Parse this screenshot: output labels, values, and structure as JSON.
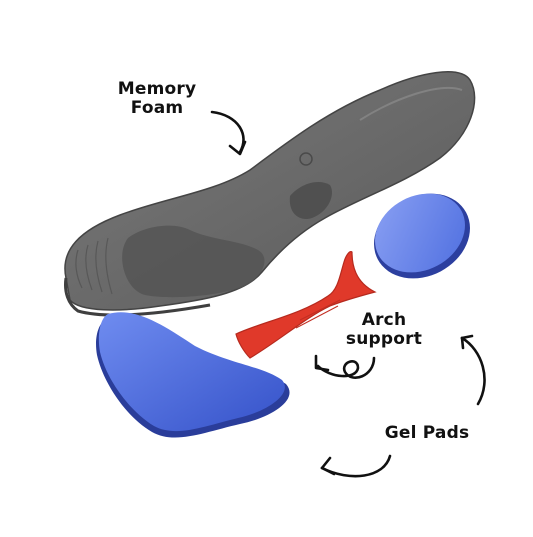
{
  "labels": {
    "memory_foam": {
      "line1": "Memory",
      "line2": "Foam"
    },
    "arch_support": {
      "line1": "Arch",
      "line2": "support"
    },
    "gel_pads": "Gel Pads"
  },
  "colors": {
    "insole_gray": "#6e6e6e",
    "insole_dark": "#4d4d4d",
    "gel_blue": "#4f6fe0",
    "gel_blue_dark": "#2c44b8",
    "arch_red": "#e0392a",
    "arrow": "#111111"
  },
  "icons": [
    "curved-arrow-icon"
  ]
}
